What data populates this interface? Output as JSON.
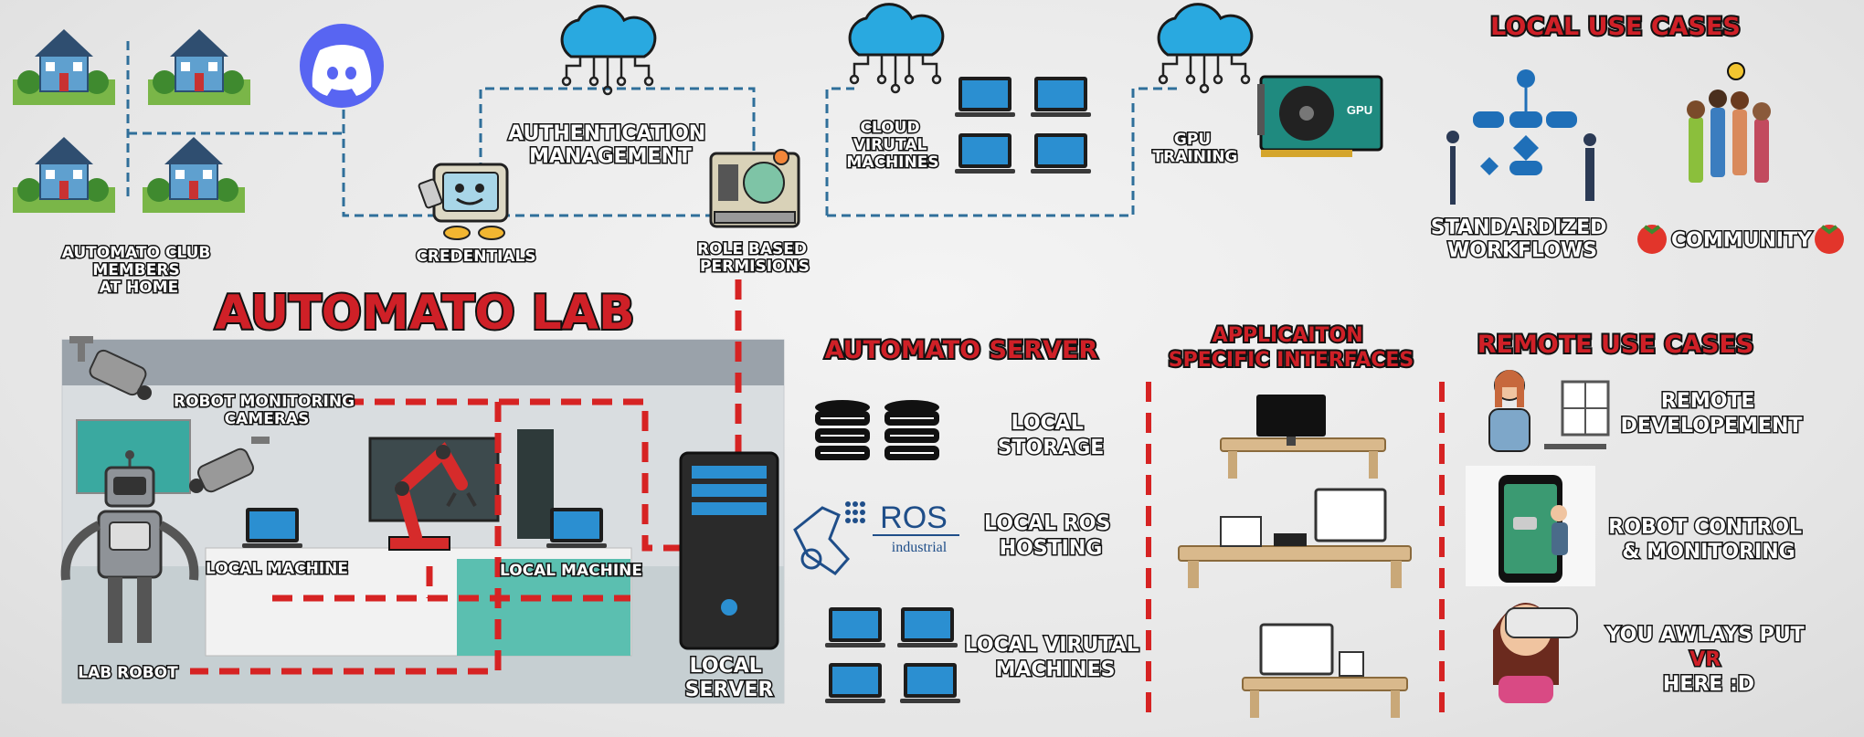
{
  "home": {
    "label_lines": [
      "AUTOMATO CLUB",
      "MEMBERS",
      "AT HOME"
    ]
  },
  "network": {
    "auth_lines": [
      "AUTHENTICATION",
      "MANAGEMENT"
    ],
    "credentials": "CREDENTIALS",
    "role_lines": [
      "ROLE BASED",
      "PERMISIONS"
    ],
    "cloud_vm_lines": [
      "CLOUD",
      "VIRUTAL",
      "MACHINES"
    ],
    "gpu_lines": [
      "GPU",
      "TRAINING"
    ],
    "gpu_card_text": "GPU"
  },
  "lab": {
    "title": "AUTOMATO LAB",
    "cameras_lines": [
      "ROBOT MONITORING",
      "CAMERAS"
    ],
    "local_machine_left": "LOCAL MACHINE",
    "local_machine_right": "LOCAL MACHINE",
    "robot": "LAB ROBOT",
    "server_lines": [
      "LOCAL",
      "SERVER"
    ]
  },
  "server": {
    "title": "AUTOMATO  SERVER",
    "storage_lines": [
      "LOCAL",
      "STORAGE"
    ],
    "ros_logo": "ROS",
    "ros_sub": "industrial",
    "ros_lines": [
      "LOCAL ROS",
      "HOSTING"
    ],
    "vm_lines": [
      "LOCAL VIRUTAL",
      "MACHINES"
    ]
  },
  "interfaces": {
    "title_lines": [
      "APPLICAITON",
      "SPECIFIC  INTERFACES"
    ]
  },
  "local_use": {
    "title": "LOCAL USE CASES",
    "workflows_lines": [
      "STANDARDIZED",
      "WORKFLOWS"
    ],
    "community": "COMMUNITY"
  },
  "remote_use": {
    "title": "REMOTE USE CASES",
    "dev_lines": [
      "REMOTE",
      "DEVELOPEMENT"
    ],
    "control_lines": [
      "ROBOT CONTROL",
      "& MONITORING"
    ],
    "vr_lines": [
      "YOU AWLAYS PUT",
      "VR",
      "HERE  :D"
    ]
  },
  "colors": {
    "accent_red": "#cf2027",
    "network_blue": "#2f6f9a",
    "cloud_blue": "#29a9e0",
    "discord": "#5865f2"
  },
  "icons": [
    "house-icon",
    "discord-icon",
    "cloud-icon",
    "laptop-icon",
    "gpu-card-icon",
    "database-icon",
    "server-tower-icon",
    "robot-icon",
    "robot-arm-icon",
    "camera-icon",
    "flowchart-icon",
    "people-icon",
    "vr-headset-icon",
    "tomato-icon"
  ]
}
